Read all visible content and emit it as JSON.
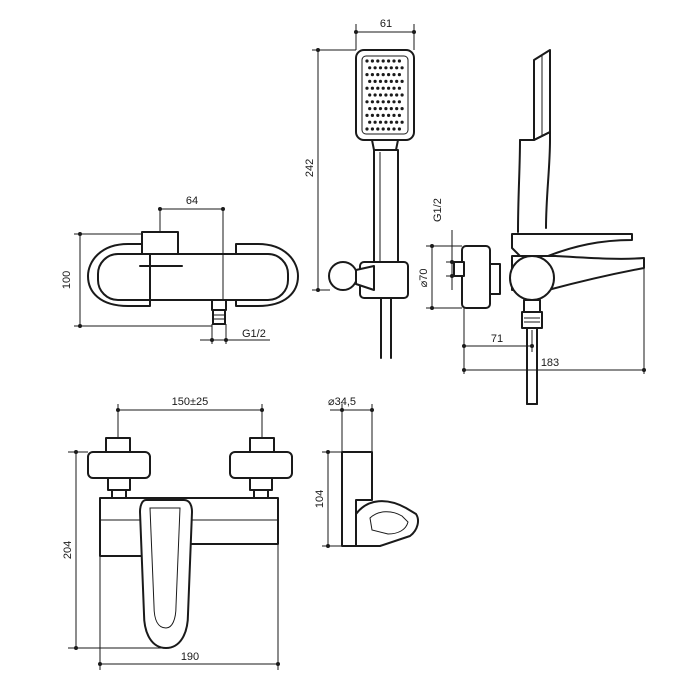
{
  "dimensions": {
    "top_width": "64",
    "top_height": "100",
    "top_inlet": "G1/2",
    "hand_width": "61",
    "hand_length": "242",
    "side_inlet": "G1/2",
    "side_diameter": "⌀70",
    "side_offset": "71",
    "side_depth": "183",
    "front_spacing": "150±25",
    "front_height": "204",
    "front_width": "190",
    "holder_diameter": "⌀34,5",
    "holder_height": "104"
  }
}
